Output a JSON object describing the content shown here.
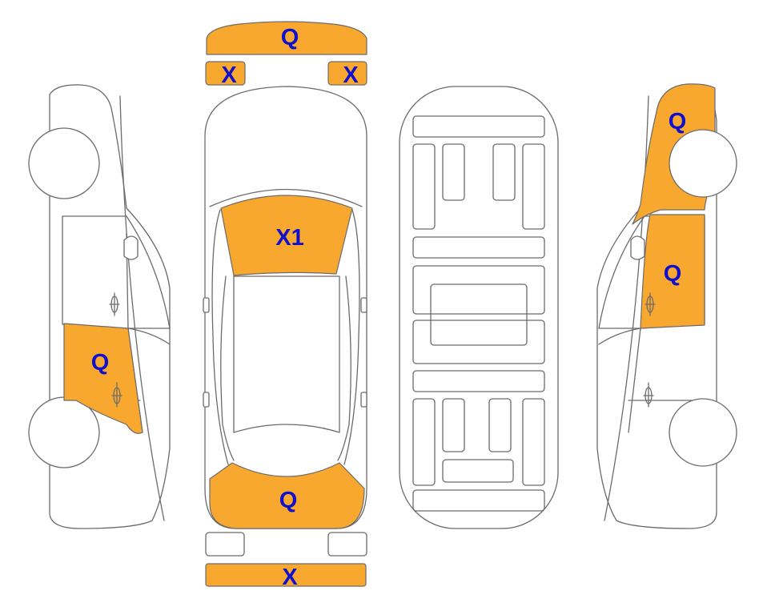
{
  "colors": {
    "damage_fill": "#F9A82F",
    "label_text": "#1010CC",
    "outline": "#6B6B6B",
    "background": "#FFFFFF"
  },
  "labels": {
    "front_bumper": "Q",
    "left_headlight": "X",
    "right_headlight": "X",
    "windshield": "X1",
    "rear_window": "Q",
    "rear_bumper": "X",
    "left_rear_door": "Q",
    "right_front_fender": "Q",
    "right_front_door": "Q"
  }
}
